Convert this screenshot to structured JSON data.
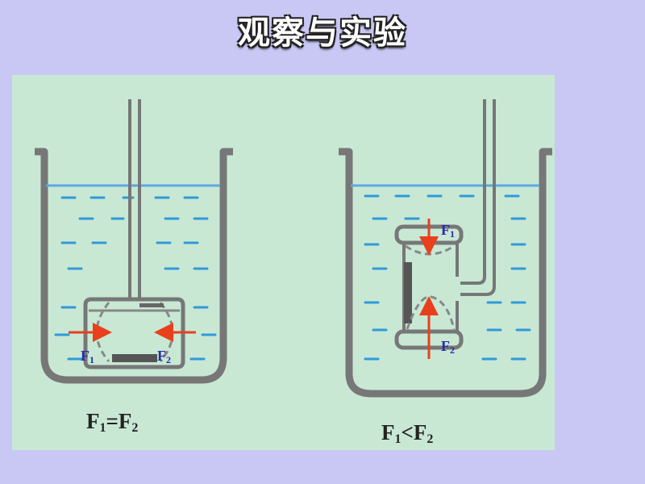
{
  "title": "观察与实验",
  "left_beaker": {
    "force1": {
      "sym": "F",
      "sub": "1"
    },
    "force2": {
      "sym": "F",
      "sub": "2"
    },
    "relation": {
      "a": "F",
      "a_sub": "1",
      "op": "=",
      "b": "F",
      "b_sub": "2"
    }
  },
  "right_beaker": {
    "force1": {
      "sym": "F",
      "sub": "1"
    },
    "force2": {
      "sym": "F",
      "sub": "2"
    },
    "relation": {
      "a": "F",
      "a_sub": "1",
      "op": "<",
      "b": "F",
      "b_sub": "2"
    }
  },
  "colors": {
    "water_lines": "#2f9ad8",
    "arrows": "#e8401c",
    "force_labels": "#2a2aa8",
    "outlines": "#777777"
  }
}
